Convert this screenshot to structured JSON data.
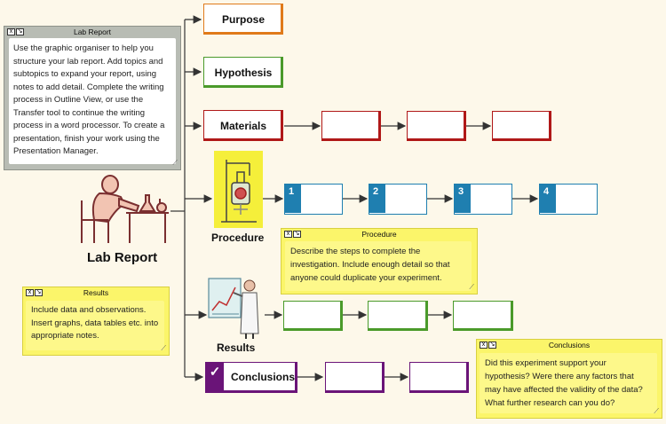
{
  "topic": "Lab Report",
  "notes": {
    "lab": {
      "title": "Lab Report",
      "body": "Use the graphic organiser to help you structure your lab report. Add topics and subtopics to expand your report, using notes to add detail. Complete the writing process in Outline View, or use the Transfer tool to continue the writing process in a word processor. To create a presentation, finish your work using the Presentation Manager."
    },
    "procedure": {
      "title": "Procedure",
      "body": "Describe the steps to complete the investigation. Include enough detail so that anyone could  duplicate your experiment."
    },
    "results": {
      "title": "Results",
      "body": "Include data and observations. Insert graphs, data tables etc. into appropriate notes."
    },
    "conclusions": {
      "title": "Conclusions",
      "body": "Did this experiment support your hypothesis? Were there any factors that may have affected the validity of the data? What further research can you do?"
    }
  },
  "nodes": {
    "purpose": "Purpose",
    "hypothesis": "Hypothesis",
    "materials": "Materials",
    "procedure": "Procedure",
    "results": "Results",
    "conclusions": "Conclusions"
  },
  "procedure_steps": [
    "1",
    "2",
    "3",
    "4"
  ],
  "colors": {
    "orange": "#e07a1a",
    "green": "#4a9a2a",
    "red": "#b01818",
    "blue": "#1f7fb0",
    "purple": "#6a1478",
    "note_yellow": "#fbf56a",
    "note_grey": "#b8bcb4"
  }
}
